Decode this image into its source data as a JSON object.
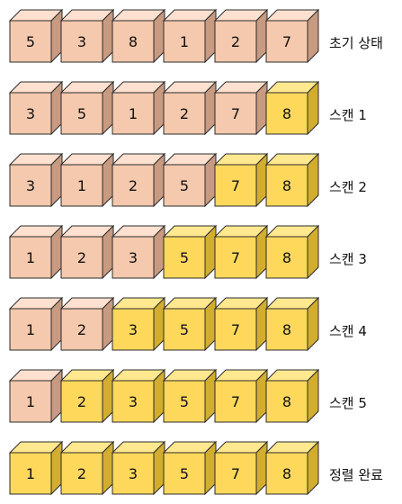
{
  "colors": {
    "pending_front": "#f5c9ad",
    "pending_top": "#fde0cf",
    "pending_side": "#c89a81",
    "sorted_front": "#fdd85b",
    "sorted_top": "#ffe88e",
    "sorted_side": "#d2ad2f",
    "stroke": "#2b2b2b"
  },
  "rows": [
    {
      "label": "초기 상태",
      "values": [
        "5",
        "3",
        "8",
        "1",
        "2",
        "7"
      ],
      "sorted_count": 0
    },
    {
      "label": "스캔 1",
      "values": [
        "3",
        "5",
        "1",
        "2",
        "7",
        "8"
      ],
      "sorted_count": 1
    },
    {
      "label": "스캔 2",
      "values": [
        "3",
        "1",
        "2",
        "5",
        "7",
        "8"
      ],
      "sorted_count": 2
    },
    {
      "label": "스캔 3",
      "values": [
        "1",
        "2",
        "3",
        "5",
        "7",
        "8"
      ],
      "sorted_count": 3
    },
    {
      "label": "스캔 4",
      "values": [
        "1",
        "2",
        "3",
        "5",
        "7",
        "8"
      ],
      "sorted_count": 4
    },
    {
      "label": "스캔 5",
      "values": [
        "1",
        "2",
        "3",
        "5",
        "7",
        "8"
      ],
      "sorted_count": 5
    },
    {
      "label": "정렬 완료",
      "values": [
        "1",
        "2",
        "3",
        "5",
        "7",
        "8"
      ],
      "sorted_count": 6
    }
  ]
}
